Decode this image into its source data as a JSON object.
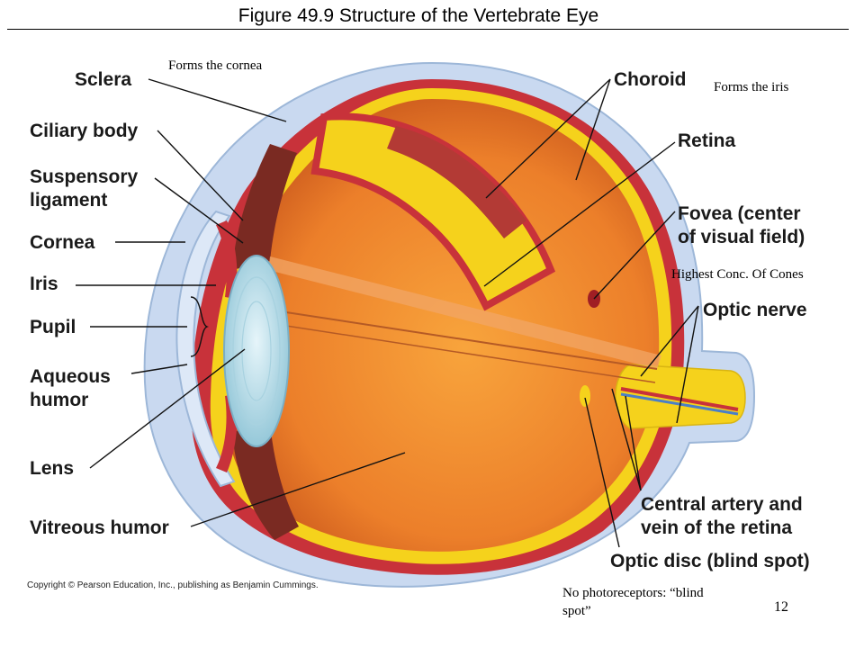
{
  "title": "Figure 49.9  Structure of the Vertebrate Eye",
  "labels": {
    "sclera": "Sclera",
    "ciliary_body": "Ciliary body",
    "suspensory_1": "Suspensory",
    "suspensory_2": "ligament",
    "cornea": "Cornea",
    "iris": "Iris",
    "pupil": "Pupil",
    "aqueous_1": "Aqueous",
    "aqueous_2": "humor",
    "lens": "Lens",
    "vitreous": "Vitreous humor",
    "choroid": "Choroid",
    "retina": "Retina",
    "fovea_1": "Fovea (center",
    "fovea_2": "of visual field)",
    "optic_nerve": "Optic nerve",
    "central_artery_1": "Central artery and",
    "central_artery_2": "vein of the retina",
    "optic_disc": "Optic disc (blind spot)"
  },
  "notes": {
    "cornea_note": "Forms the cornea",
    "iris_note": "Forms the iris",
    "cones_note": "Highest Conc. Of  Cones",
    "blind_1": "No photoreceptors: “blind",
    "blind_2": "spot”"
  },
  "copyright": "Copyright © Pearson Education, Inc., publishing as Benjamin Cummings.",
  "page_number": "12",
  "colors": {
    "sclera_fill": "#c9d9f0",
    "choroid": "#c8323a",
    "retina": "#f5d21c",
    "vitreous": "#ee8a2e",
    "lens": "#b9dde8"
  }
}
